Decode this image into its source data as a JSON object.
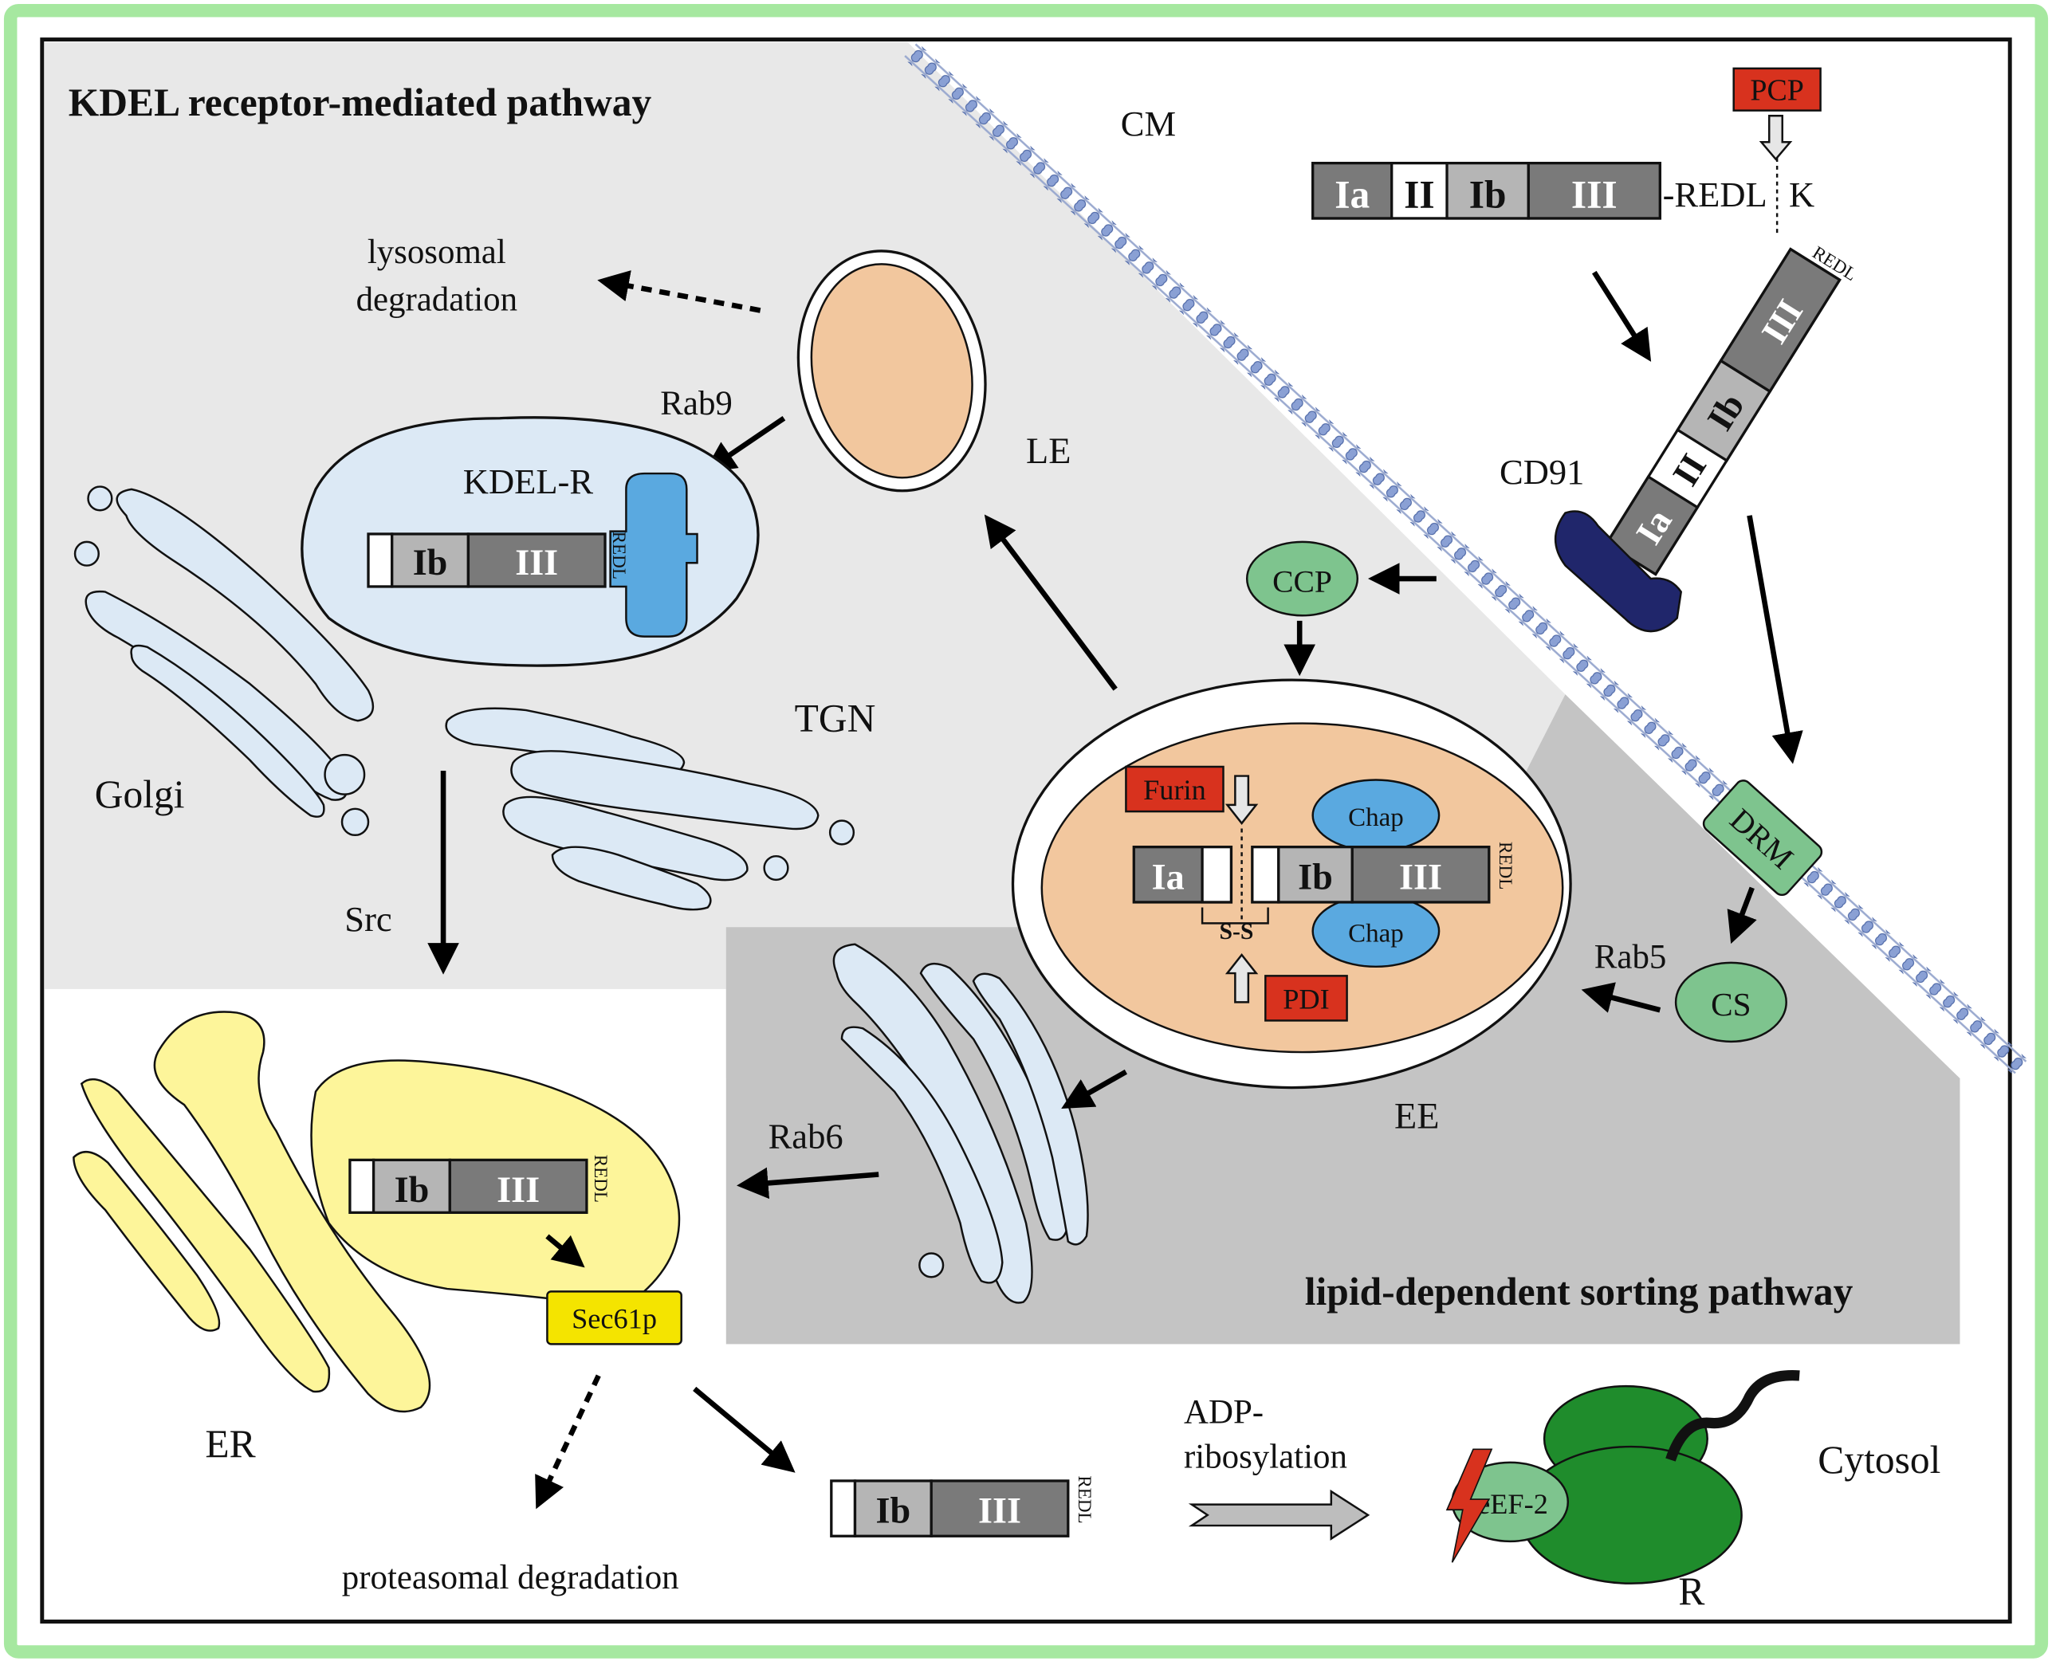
{
  "titles": {
    "kdel_pathway": "KDEL receptor-mediated pathway",
    "lipid_pathway": "lipid-dependent sorting pathway"
  },
  "labels": {
    "cm": "CM",
    "pcp": "PCP",
    "redl_k": "-REDL",
    "k": "K",
    "redl": "REDL",
    "cd91": "CD91",
    "ccp": "CCP",
    "drm": "DRM",
    "cs": "CS",
    "rab5": "Rab5",
    "le": "LE",
    "ee": "EE",
    "rab9": "Rab9",
    "kdel_r": "KDEL-R",
    "lysosomal_1": "lysosomal",
    "lysosomal_2": "degradation",
    "golgi": "Golgi",
    "tgn": "TGN",
    "src": "Src",
    "rab6": "Rab6",
    "er": "ER",
    "sec61p": "Sec61p",
    "proteasomal": "proteasomal degradation",
    "adp_1": "ADP-",
    "adp_2": "ribosylation",
    "eef2": "eEF-2",
    "r": "R",
    "cytosol": "Cytosol",
    "furin": "Furin",
    "pdi": "PDI",
    "chap": "Chap",
    "ss": "S-S"
  },
  "domains": {
    "ia": "Ia",
    "ii": "II",
    "ib": "Ib",
    "iii": "III"
  },
  "colors": {
    "frame_green": "#a6e8a0",
    "light_region": "#e8e8e8",
    "dark_region": "#c4c4c4",
    "endosome_fill": "#f2c79e",
    "golgi_fill": "#dce9f5",
    "er_fill": "#fdf59a",
    "receptor_blue": "#5aa9e0",
    "green_oval": "#7ec48e",
    "ribosome_green": "#1f8c2c",
    "red_box": "#d8321e",
    "cd91_navy": "#20266b",
    "membrane_blue": "#7b93c8"
  }
}
